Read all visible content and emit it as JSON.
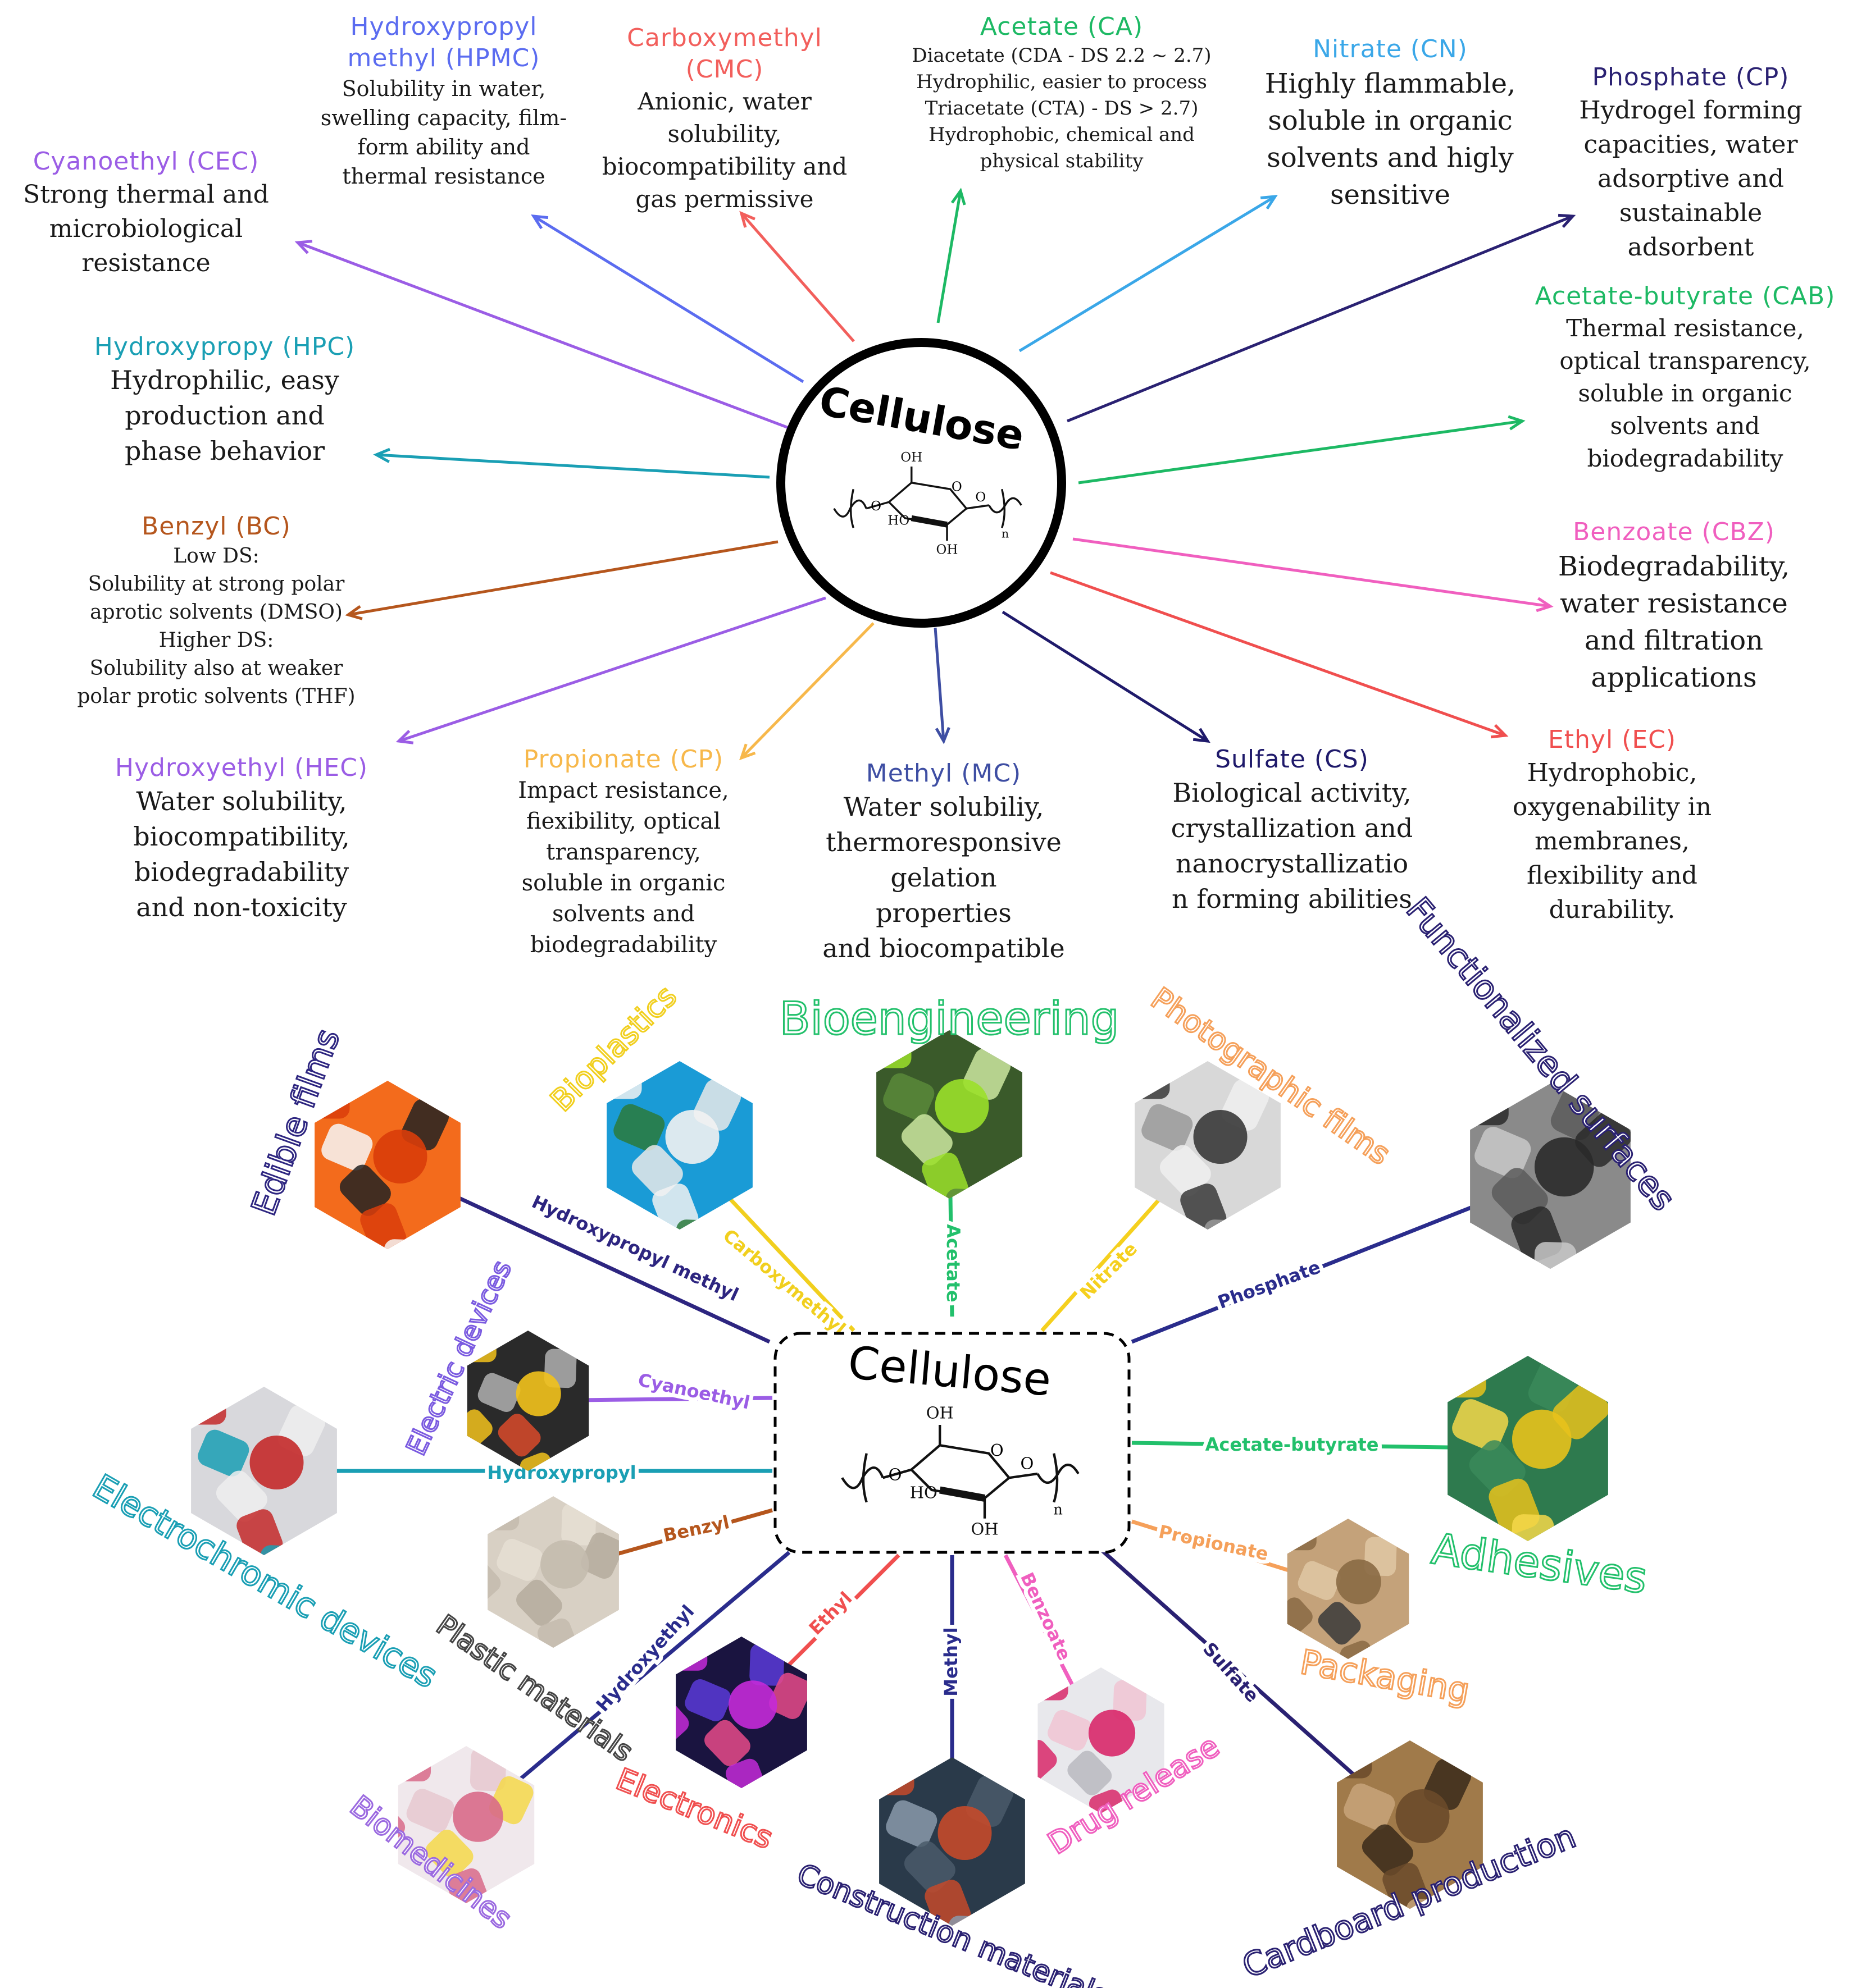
{
  "top": {
    "center_label": "Cellulose",
    "structure_labels": {
      "oh_top": "OH",
      "ho_left": "HO",
      "oh_bottom": "OH",
      "n": "n"
    },
    "derivatives": [
      {
        "id": "cec",
        "title": "Cyanoethyl (CEC)",
        "desc": "Strong thermal and\nmicrobiological\nresistance",
        "color": "#9b5de5"
      },
      {
        "id": "hpmc",
        "title": "Hydroxypropyl\nmethyl (HPMC)",
        "desc": "Solubility in water,\nswelling capacity, film-\nform ability and\nthermal resistance",
        "color": "#5b6cf0"
      },
      {
        "id": "cmc",
        "title": "Carboxymethyl (CMC)",
        "desc": "Anionic, water\nsolubility,\nbiocompatibility and\ngas permissive",
        "color": "#f25f5c"
      },
      {
        "id": "ca",
        "title": "Acetate (CA)",
        "desc": "Diacetate (CDA - DS 2.2 ~ 2.7)\nHydrophilic, easier to process\nTriacetate (CTA) - DS > 2.7)\nHydrophobic, chemical and\nphysical stability",
        "color": "#1db964"
      },
      {
        "id": "cn",
        "title": "Nitrate (CN)",
        "desc": "Highly flammable,\nsoluble in organic\nsolvents and higly\nsensitive",
        "color": "#3aa7e8"
      },
      {
        "id": "cp_phos",
        "title": "Phosphate (CP)",
        "desc": "Hydrogel forming\ncapacities, water\nadsorptive and\nsustainable\nadsorbent",
        "color": "#2a2172"
      },
      {
        "id": "hpc",
        "title": "Hydroxypropy (HPC)",
        "desc": "Hydrophilic, easy\nproduction and\nphase behavior",
        "color": "#1a9fb4"
      },
      {
        "id": "cab",
        "title": "Acetate-butyrate (CAB)",
        "desc": "Thermal resistance,\noptical transparency,\nsoluble in organic\nsolvents and\nbiodegradability",
        "color": "#1db964"
      },
      {
        "id": "bc",
        "title": "Benzyl (BC)",
        "desc": "Low DS:\nSolubility at strong polar\naprotic solvents (DMSO)\nHigher DS:\nSolubility also at weaker\npolar protic solvents (THF)",
        "color": "#b5561d"
      },
      {
        "id": "cbz",
        "title": "Benzoate (CBZ)",
        "desc": "Biodegradability,\nwater resistance\nand filtration\napplications",
        "color": "#f05fbf"
      },
      {
        "id": "hec",
        "title": "Hydroxyethyl (HEC)",
        "desc": "Water solubility,\nbiocompatibility,\nbiodegradability\nand non-toxicity",
        "color": "#9b5de5"
      },
      {
        "id": "cp_prop",
        "title": "Propionate (CP)",
        "desc": "Impact resistance,\nfiexibility, optical\ntransparency,\nsoluble in organic\nsolvents and\nbiodegradability",
        "color": "#f7b84b"
      },
      {
        "id": "mc",
        "title": "Methyl (MC)",
        "desc": "Water solubiliy,\nthermoresponsive\ngelation properties\nand biocompatible",
        "color": "#3e4ea3"
      },
      {
        "id": "cs",
        "title": "Sulfate (CS)",
        "desc": "Biological activity,\ncrystallization and\nnanocrystallizatio\nn forming abilities",
        "color": "#1f1a6b"
      },
      {
        "id": "ec",
        "title": "Ethyl (EC)",
        "desc": "Hydrophobic,\noxygenability in\nmembranes,\nflexibility and\ndurability.",
        "color": "#f04f4f"
      }
    ]
  },
  "bottom": {
    "center_label": "Cellulose",
    "structure_labels": {
      "oh_top": "OH",
      "ho_left": "HO",
      "oh_bottom": "OH",
      "n": "n"
    },
    "applications": [
      {
        "id": "edible",
        "label": "Edible films",
        "link": "Hydroxypropyl methyl",
        "app_color": "#2d2580",
        "link_color": "#2d2580",
        "icon": "vegetables-photo"
      },
      {
        "id": "bioplastics",
        "label": "Bioplastics",
        "link": "Carboxymethyl",
        "app_color": "#f1cf1e",
        "link_color": "#f1cf1e",
        "icon": "bottle-photo"
      },
      {
        "id": "bioeng",
        "label": "Bioengineering",
        "link": "Acetate",
        "app_color": "#22c06b",
        "link_color": "#22c06b",
        "icon": "flask-photo"
      },
      {
        "id": "photo",
        "label": "Photographic films",
        "link": "Nitrate",
        "app_color": "#f5a05a",
        "link_color": "#f5d01e",
        "icon": "film-roll-photo"
      },
      {
        "id": "functional",
        "label": "Functionalized surfaces",
        "link": "Phosphate",
        "app_color": "#2a2172",
        "link_color": "#2a2c8c",
        "icon": "metal-surface-photo"
      },
      {
        "id": "electric",
        "label": "Electric devices",
        "link": "Cyanoethyl",
        "app_color": "#7a5ae0",
        "link_color": "#9b5de5",
        "icon": "circuit-photo"
      },
      {
        "id": "adhesives",
        "label": "Adhesives",
        "link": "Acetate-butyrate",
        "app_color": "#22c06b",
        "link_color": "#22c06b",
        "icon": "tape-photo"
      },
      {
        "id": "electrochromic",
        "label": "Electrochromic devices",
        "link": "Hydroxypropyl",
        "app_color": "#1a9fb4",
        "link_color": "#1a9fb4",
        "icon": "lab-device-photo"
      },
      {
        "id": "plastic",
        "label": "Plastic materials",
        "link": "Benzyl",
        "app_color": "#444444",
        "link_color": "#b5561d",
        "icon": "plastic-sheet-photo"
      },
      {
        "id": "packaging",
        "label": "Packaging",
        "link": "Propionate",
        "app_color": "#f5a05a",
        "link_color": "#f5a05a",
        "icon": "box-photo"
      },
      {
        "id": "biomed",
        "label": "Biomedicines",
        "link": "Hydroxyethyl",
        "app_color": "#9b6ae0",
        "link_color": "#2a2c8c",
        "icon": "well-plate-photo"
      },
      {
        "id": "electronics",
        "label": "Electronics",
        "link": "Ethyl",
        "app_color": "#f04f4f",
        "link_color": "#f04f4f",
        "icon": "chip-photo"
      },
      {
        "id": "construction",
        "label": "Construction materials",
        "link": "Methyl",
        "app_color": "#2a2172",
        "link_color": "#2a2c8c",
        "icon": "warehouse-photo"
      },
      {
        "id": "drug",
        "label": "Drug release",
        "link": "Benzoate",
        "app_color": "#f05fbf",
        "link_color": "#f05fbf",
        "icon": "test-tube-photo"
      },
      {
        "id": "cardboard",
        "label": "Cardboard production",
        "link": "Sulfate",
        "app_color": "#2a2172",
        "link_color": "#2a2172",
        "icon": "cardboard-photo"
      }
    ]
  }
}
